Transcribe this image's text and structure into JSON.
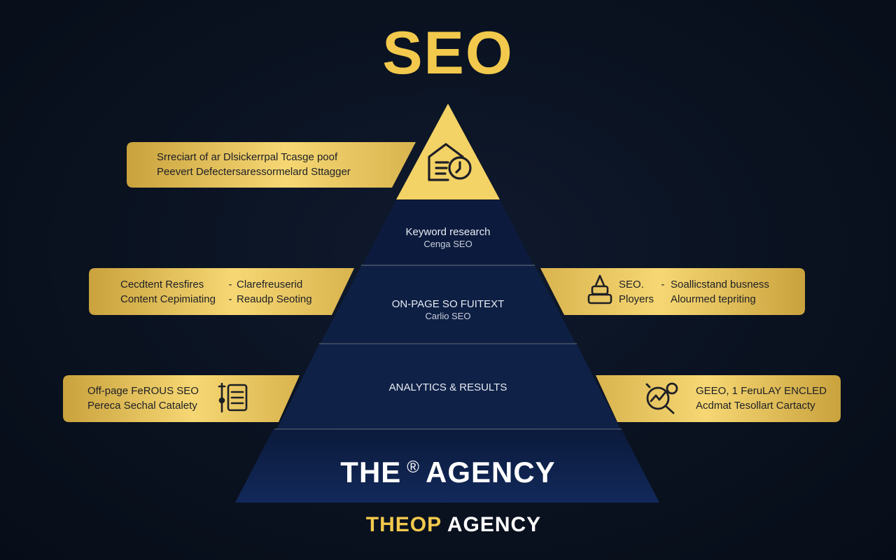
{
  "title": "SEO",
  "colors": {
    "gold_light": "#f6d773",
    "gold_dark": "#c9a23d",
    "navy": "#0f2147",
    "navy_dark": "#0a1838",
    "apex_gold": "#f3d266",
    "background": "#0a1220",
    "card_text": "#1d1f26"
  },
  "pyramid": {
    "tiers": [
      {
        "title": "",
        "sub": "",
        "icon": "house-document-icon"
      },
      {
        "title": "Keyword research",
        "sub": "Cenga SEO"
      },
      {
        "title": "ON-PAGE SO FUITEXT",
        "sub": "Carlio SEO"
      },
      {
        "title": "ANALYTICS & RESULTS",
        "sub": ""
      },
      {
        "title": "THE",
        "reg": "®",
        "title2": "AGENCY"
      }
    ]
  },
  "cards": {
    "top_left": {
      "line1": "Srreciart of ar Dlsickerrpal\tTcasge poof",
      "line2": "Peevert Defectersaressormelard Sttagger"
    },
    "mid_left": {
      "line1_a": "Cecdtent Resfires",
      "sep1": "-",
      "line1_b": "Clarefreuserid",
      "line2_a": "Content Cepimiating",
      "sep2": "-",
      "line2_b": "Reaudp Seoting"
    },
    "mid_right": {
      "icon": "stacked-layers-icon",
      "line1_a": "SEO.",
      "sep1": "-",
      "line1_b": "Soallicstand busness",
      "line2_a": "Ployers",
      "line2_b": "Alourmed tepriting"
    },
    "low_left": {
      "icon": "checklist-document-icon",
      "line1": "Off-page FeROUS SEO",
      "line2": "Pereca Sechal Catalety"
    },
    "low_right": {
      "icon": "magnifier-chart-icon",
      "line1": "GEEO, 1 FeruLAY ENCLED",
      "line2": "Acdmat Tesollart Cartacty"
    }
  },
  "footer": {
    "part_a": "THEOP",
    "part_b": " AGENCY"
  }
}
